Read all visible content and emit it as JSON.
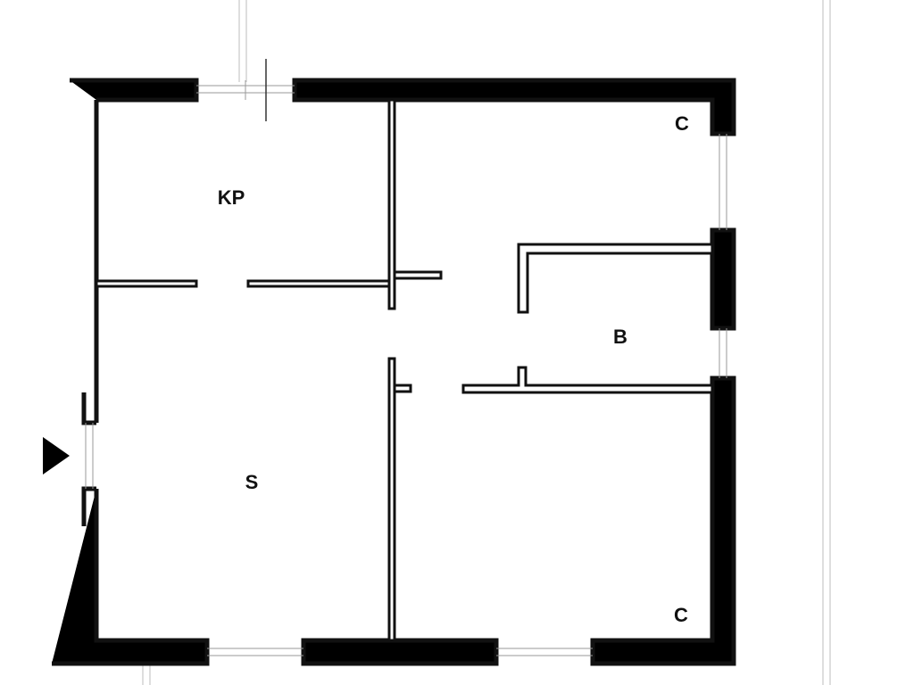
{
  "rooms": [
    {
      "id": "kp",
      "label": "KP"
    },
    {
      "id": "s",
      "label": "S"
    },
    {
      "id": "b",
      "label": "B"
    },
    {
      "id": "c_top",
      "label": "C"
    },
    {
      "id": "c_bottom",
      "label": "C"
    }
  ],
  "entrance_marker": {
    "icon": "entrance-arrow-icon",
    "color": "#000000"
  },
  "colors": {
    "wall": "#111111",
    "window": "#9a9a9a",
    "background": "#ffffff"
  }
}
